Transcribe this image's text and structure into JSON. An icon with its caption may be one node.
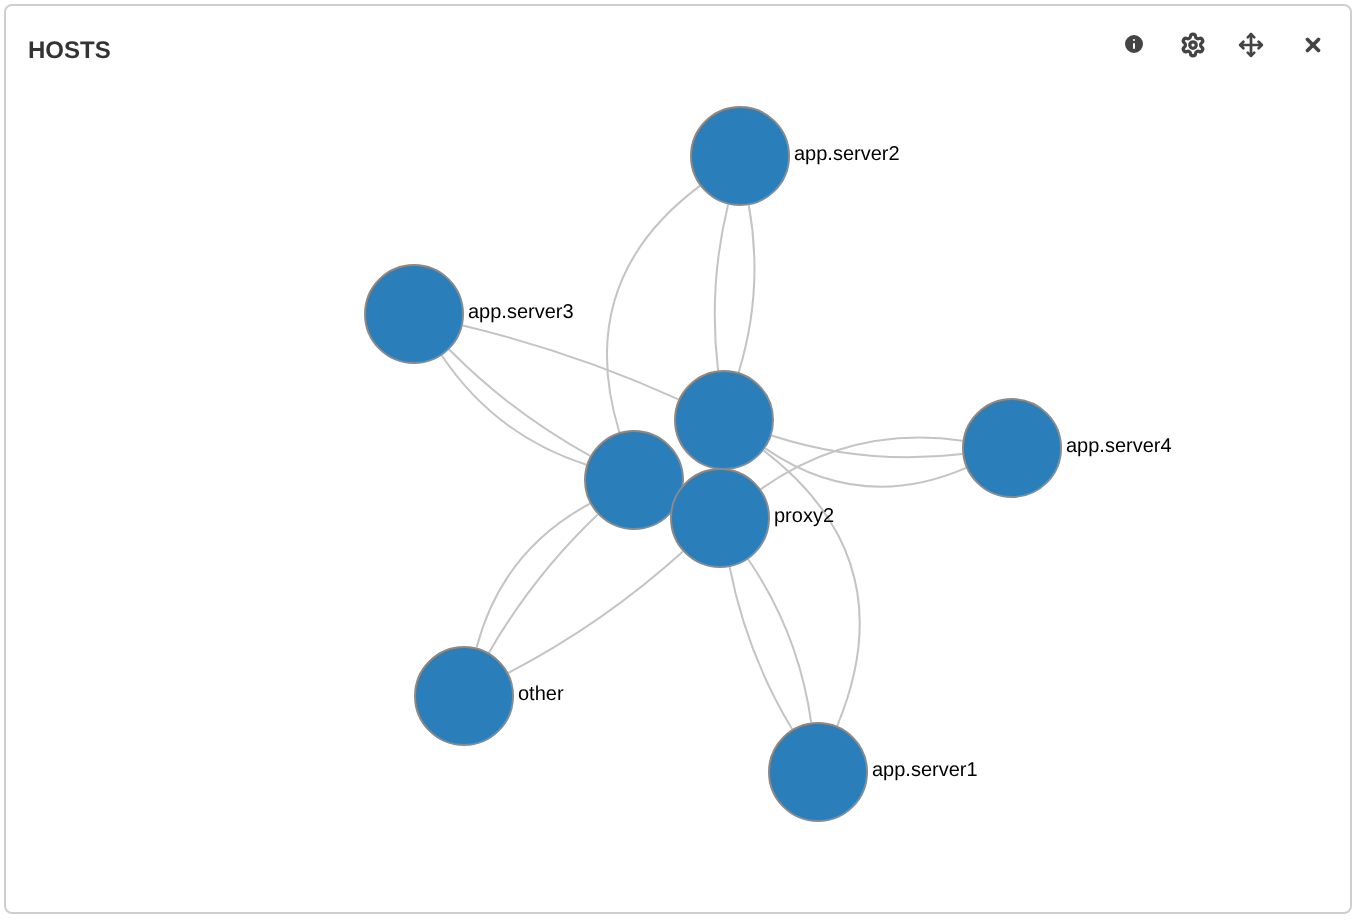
{
  "diagram": {
    "title": "HOSTS",
    "nodes": [
      {
        "text": [],
        "shape": "circle",
        "beside": [
          "app.server2"
        ]
      },
      {
        "text": [],
        "shape": "circle",
        "beside": [
          "app.server3"
        ]
      },
      {
        "text": [],
        "shape": "circle"
      },
      {
        "text": [],
        "shape": "circle"
      },
      {
        "text": [],
        "shape": "circle",
        "beside": [
          "proxy2"
        ]
      },
      {
        "text": [],
        "shape": "circle",
        "beside": [
          "app.server4"
        ]
      },
      {
        "text": [],
        "shape": "circle",
        "beside": [
          "other"
        ]
      },
      {
        "text": [],
        "shape": "circle",
        "beside": [
          "app.server1"
        ]
      }
    ],
    "edges": [
      {
        "from": 0,
        "to": 3,
        "arrow": "none"
      },
      {
        "from": 0,
        "to": 2,
        "arrow": "none"
      },
      {
        "from": 0,
        "to": 2,
        "arrow": "none"
      },
      {
        "from": 1,
        "to": 2,
        "arrow": "none"
      },
      {
        "from": 1,
        "to": 3,
        "arrow": "none"
      },
      {
        "from": 1,
        "to": 3,
        "arrow": "none"
      },
      {
        "from": 5,
        "to": 2,
        "arrow": "none"
      },
      {
        "from": 5,
        "to": 2,
        "arrow": "none"
      },
      {
        "from": 5,
        "to": 4,
        "arrow": "none"
      },
      {
        "from": 6,
        "to": 3,
        "arrow": "none"
      },
      {
        "from": 6,
        "to": 3,
        "arrow": "none"
      },
      {
        "from": 6,
        "to": 4,
        "arrow": "none"
      },
      {
        "from": 7,
        "to": 4,
        "arrow": "none"
      },
      {
        "from": 7,
        "to": 4,
        "arrow": "none"
      },
      {
        "from": 7,
        "to": 2,
        "arrow": "none"
      }
    ]
  }
}
